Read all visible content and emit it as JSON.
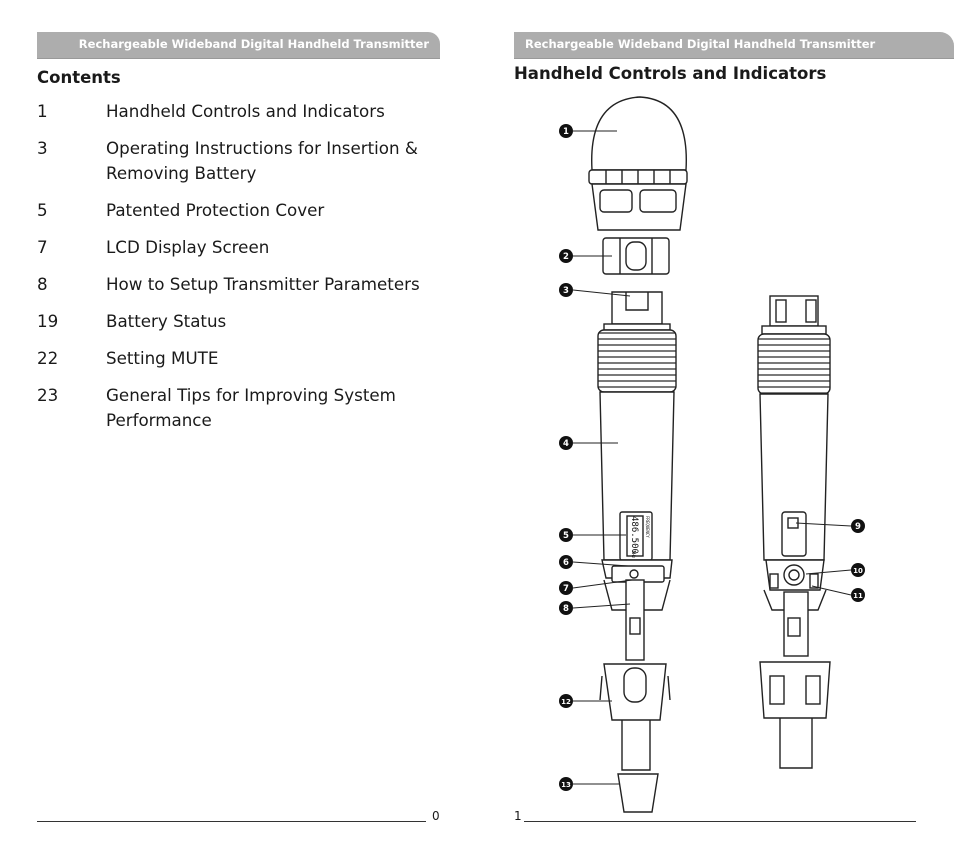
{
  "left_page": {
    "header": "Rechargeable Wideband Digital Handheld Transmitter",
    "title": "Contents",
    "toc": [
      {
        "page": "1",
        "label": "Handheld Controls and Indicators"
      },
      {
        "page": "3",
        "label": "Operating Instructions for Insertion & Removing Battery"
      },
      {
        "page": "5",
        "label": "Patented Protection Cover"
      },
      {
        "page": "7",
        "label": "LCD Display Screen"
      },
      {
        "page": "8",
        "label": "How to Setup Transmitter Parameters"
      },
      {
        "page": "19",
        "label": "Battery Status"
      },
      {
        "page": "22",
        "label": "Setting MUTE"
      },
      {
        "page": "23",
        "label": "General Tips for Improving System Performance"
      }
    ],
    "page_number": "0"
  },
  "right_page": {
    "header": "Rechargeable Wideband Digital Handheld Transmitter",
    "title": "Handheld Controls and Indicators",
    "callouts": [
      "1",
      "2",
      "3",
      "4",
      "5",
      "6",
      "7",
      "8",
      "9",
      "10",
      "11",
      "12",
      "13"
    ],
    "lcd_text": {
      "frequency": "486.500",
      "unit": "MHz",
      "vertical": "FREQUENCY"
    },
    "page_number": "1"
  }
}
